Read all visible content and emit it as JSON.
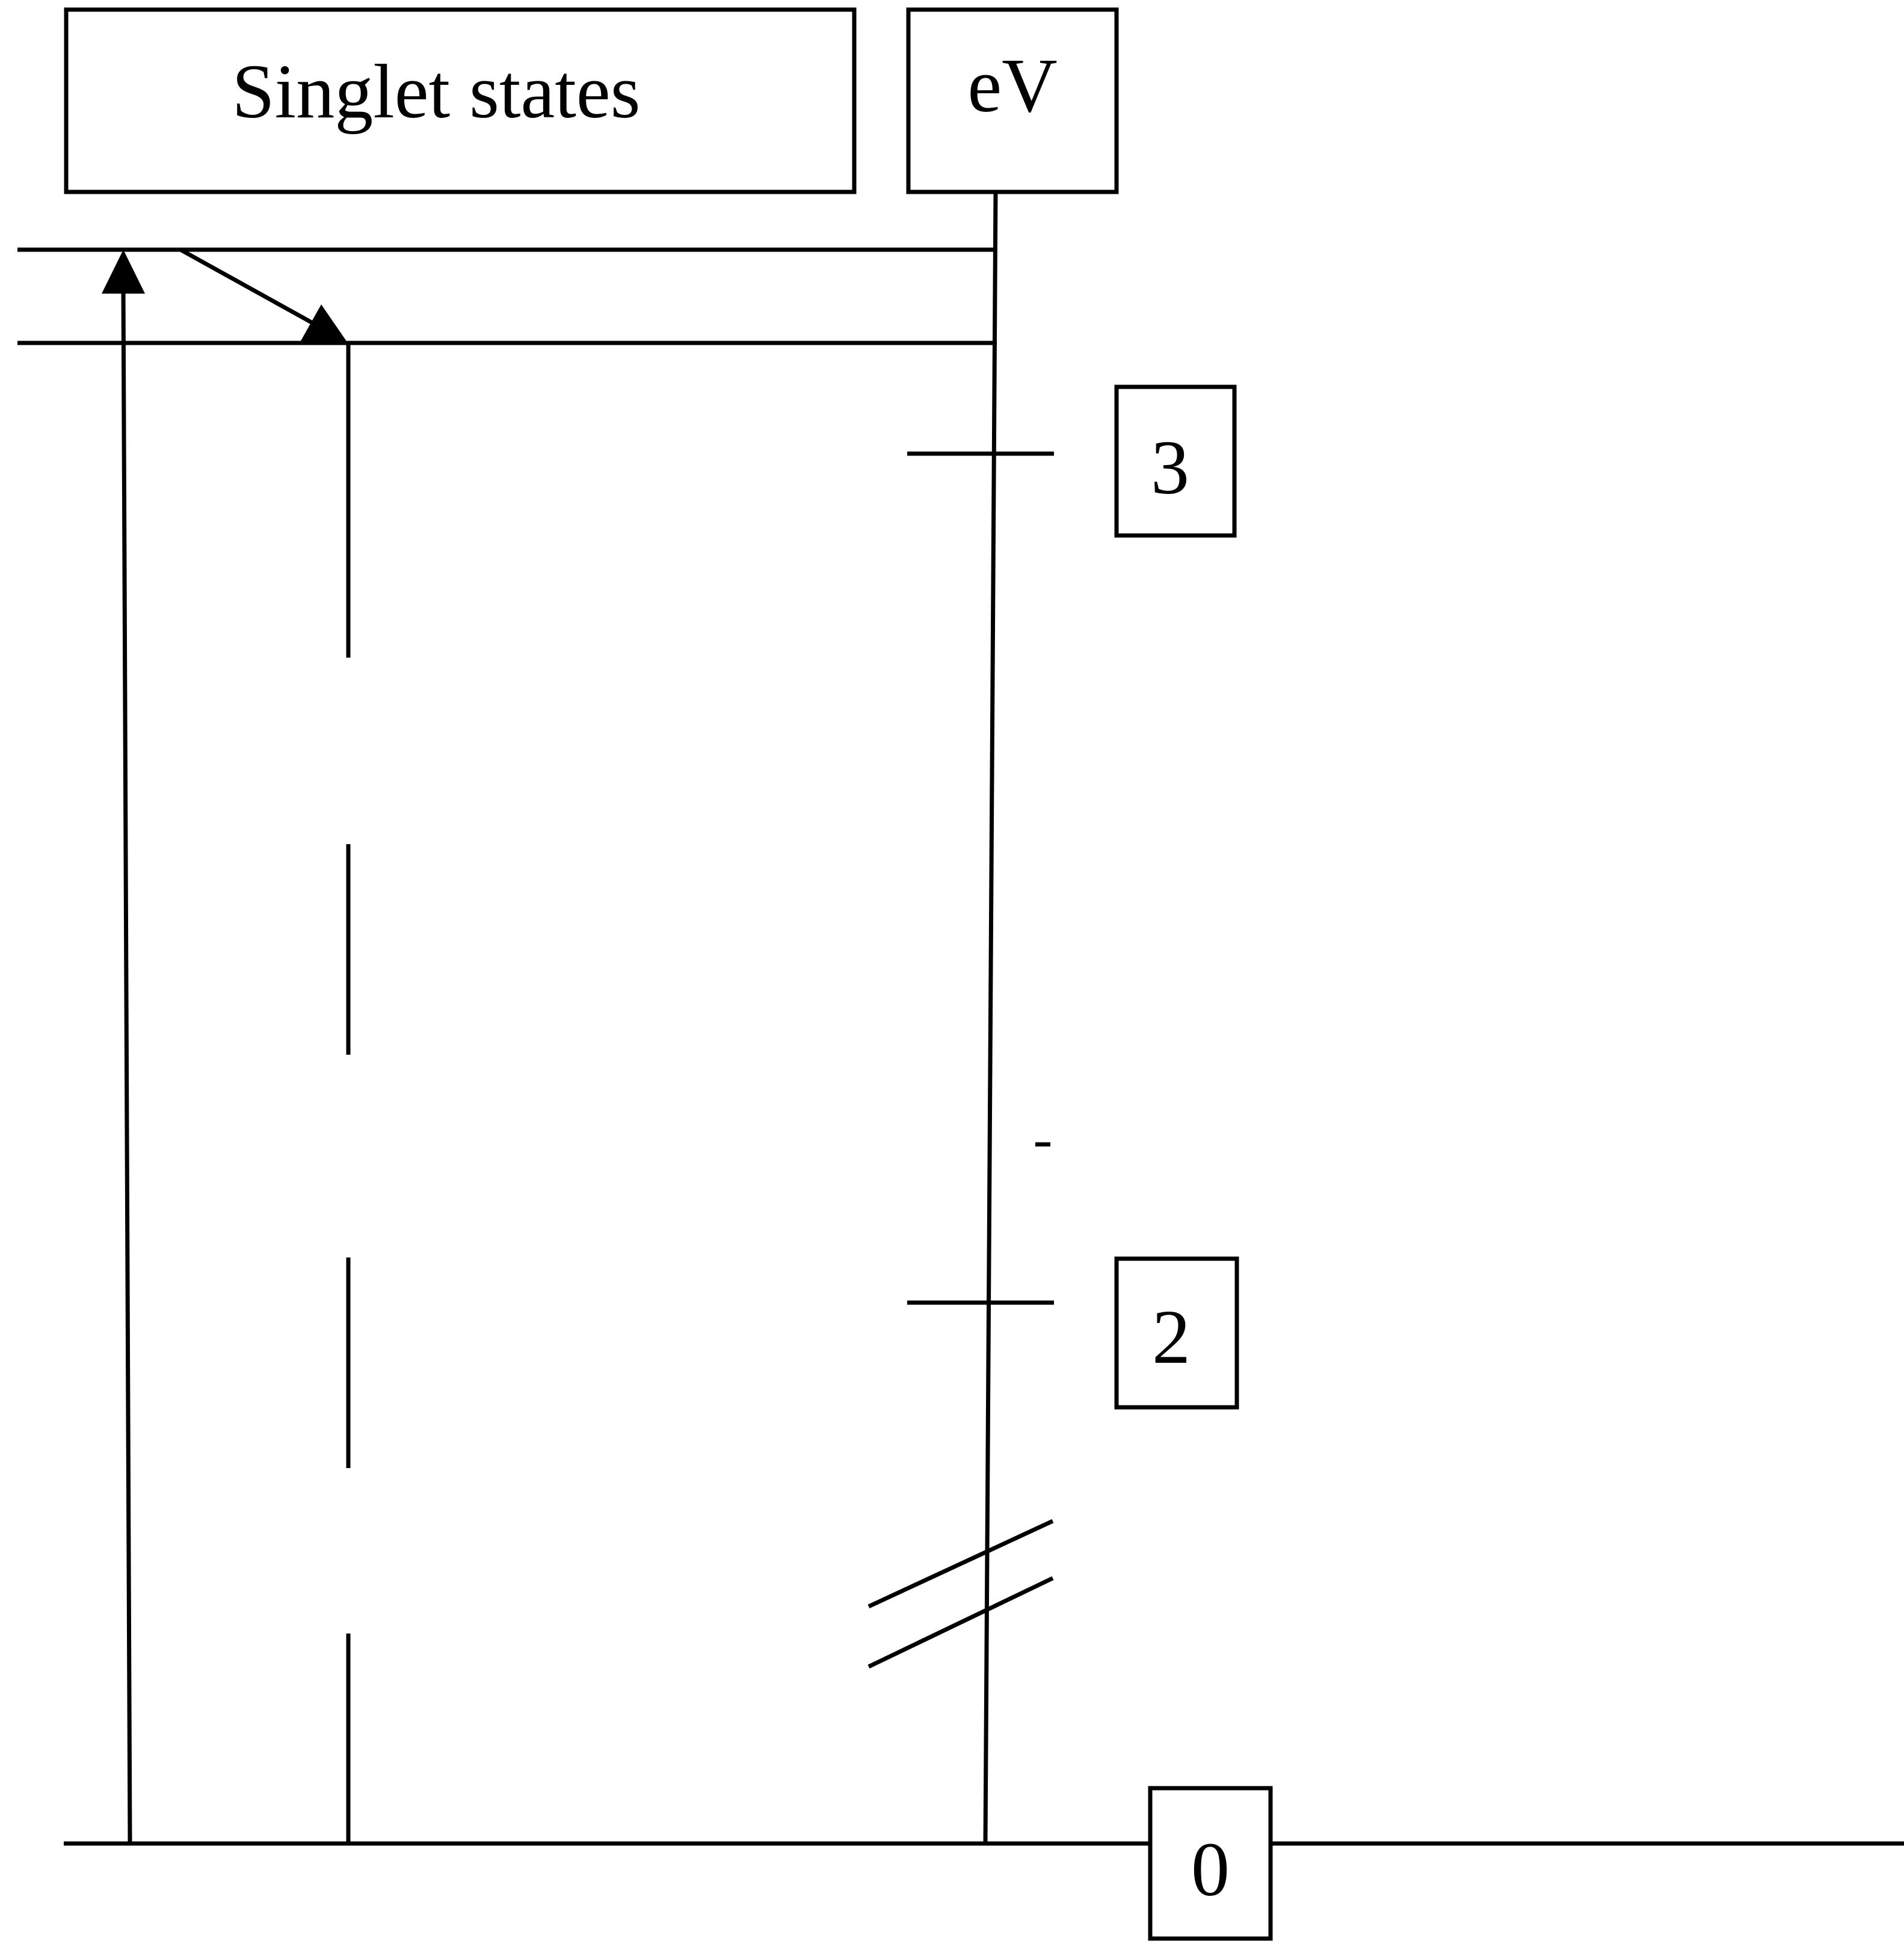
{
  "header": {
    "title": "Singlet states",
    "unit": "eV"
  },
  "axis": {
    "tick_labels": {
      "three": "3",
      "two": "2",
      "zero": "0"
    }
  },
  "colors": {
    "ink": "#000000",
    "background": "#ffffff"
  }
}
